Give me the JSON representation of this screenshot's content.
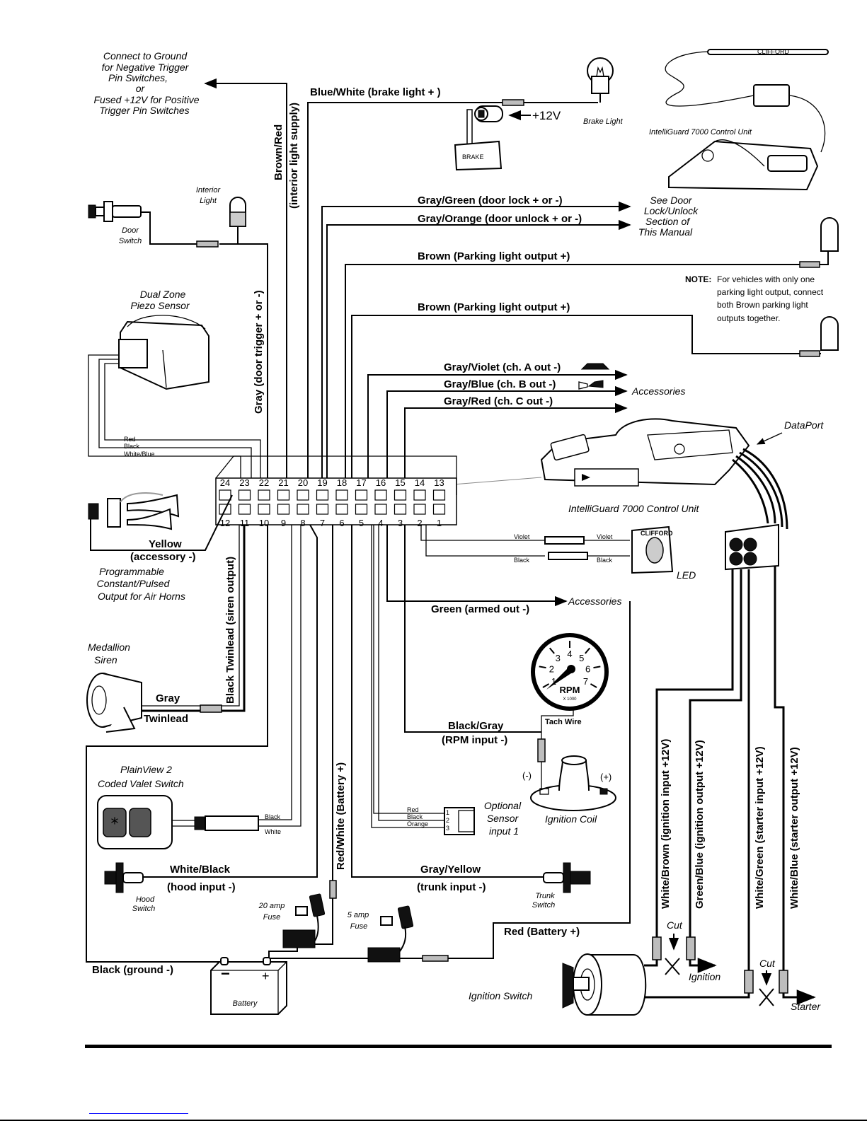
{
  "top_left_note": [
    "Connect to Ground",
    "for Negative Trigger",
    "Pin Switches,",
    "or",
    "Fused +12V for Positive",
    "Trigger Pin Switches"
  ],
  "wires_vertical": {
    "brown_red": "Brown/Red",
    "brown_red_sub": "(interior light supply)",
    "gray_door": "Gray  (door trigger + or -)",
    "black_twinlead": "Black Twinlead (siren output)",
    "red_white": "Red/White (Battery +)",
    "white_brown": "White/Brown (ignition input +12V)",
    "green_blue": "Green/Blue (ignition output +12V)",
    "white_green": "White/Green (starter input +12V)",
    "white_blue": "White/Blue (starter output +12V)"
  },
  "wires_horizontal": {
    "blue_white": "Blue/White  (brake light + )",
    "gray_green": "Gray/Green    (door lock + or  -)",
    "gray_orange": "Gray/Orange  (door unlock  + or -)",
    "brown_parking_1": "Brown (Parking light output +)",
    "brown_parking_2": "Brown (Parking light output +)",
    "gray_violet": "Gray/Violet  (ch. A out -)",
    "gray_blue": "Gray/Blue    (ch. B out -)",
    "gray_red": "Gray/Red     (ch. C out -)",
    "green_armed": "Green  (armed out -)",
    "black_gray": "Black/Gray",
    "black_gray_sub": "(RPM input -)",
    "gray_yellow": "Gray/Yellow",
    "gray_yellow_sub": "(trunk input -)",
    "white_black": "White/Black",
    "white_black_sub": "(hood input -)",
    "red_battery": "Red (Battery +)",
    "black_ground": "Black (ground -)",
    "yellow": "Yellow",
    "yellow_sub": "(accessory -)",
    "gray_twinlead": "Gray",
    "gray_twinlead_sub": "Twinlead"
  },
  "components": {
    "brake_light": "Brake Light",
    "brake_pedal": "BRAKE",
    "plus12v": "+12V",
    "remote_unit_label": "IntelliGuard 7000 Control Unit",
    "remote_brand": "CLIFFORD",
    "door_lock_note": [
      "See Door",
      "Lock/Unlock",
      "Section of",
      "This Manual"
    ],
    "interior_light": [
      "Interior",
      "Light"
    ],
    "door_switch": [
      "Door",
      "Switch"
    ],
    "piezo_sensor": [
      "Dual Zone",
      "Piezo Sensor"
    ],
    "piezo_wires": [
      "Red",
      "Black",
      "White/Blue"
    ],
    "accessories_1": "Accessories",
    "accessories_2": "Accessories",
    "dataport": "DataPort",
    "control_unit_label": "IntelliGuard 7000 Control Unit",
    "led_label": "LED",
    "led_brand": "CLIFFORD",
    "led_wires_left": [
      "Violet",
      "Black"
    ],
    "led_wires_right": [
      "Violet",
      "Black"
    ],
    "air_horn_note": [
      "Programmable",
      "Constant/Pulsed",
      "Output for Air Horns"
    ],
    "siren": [
      "Medallion",
      "Siren"
    ],
    "tach_numbers": [
      "1",
      "2",
      "3",
      "4",
      "5",
      "6",
      "7"
    ],
    "tach_rpm": "RPM",
    "tach_multiplier": "X 1000",
    "tach_wire": "Tach Wire",
    "ignition_coil": "Ignition Coil",
    "coil_neg": "(-)",
    "coil_pos": "(+)",
    "valet_switch": [
      "PlainView 2",
      "Coded Valet Switch"
    ],
    "valet_wires": [
      "Black",
      "White"
    ],
    "sensor_wires": [
      "Red",
      "Black",
      "Orange"
    ],
    "sensor_pins": [
      "1",
      "2",
      "3"
    ],
    "optional_sensor": [
      "Optional",
      "Sensor",
      "input 1"
    ],
    "hood_switch": [
      "Hood",
      "Switch"
    ],
    "trunk_switch": [
      "Trunk",
      "Switch"
    ],
    "fuse_20": [
      "20 amp",
      "Fuse"
    ],
    "fuse_5": [
      "5 amp",
      "Fuse"
    ],
    "battery": "Battery",
    "battery_neg": "−",
    "battery_pos": "+",
    "ignition_switch": "Ignition Switch",
    "cut_1": "Cut",
    "cut_2": "Cut",
    "ignition_out": "Ignition",
    "starter_out": "Starter"
  },
  "connector": {
    "top_pins": [
      "24",
      "23",
      "22",
      "21",
      "20",
      "19",
      "18",
      "17",
      "16",
      "15",
      "14",
      "13"
    ],
    "bottom_pins": [
      "12",
      "11",
      "10",
      "9",
      "8",
      "7",
      "6",
      "5",
      "4",
      "3",
      "2",
      "1"
    ]
  },
  "note": {
    "title": "NOTE:",
    "lines": [
      "For vehicles with only one",
      "parking light output, connect",
      "both Brown parking light",
      "outputs together."
    ]
  },
  "colors": {
    "ink": "#000000",
    "connector_fill": "#bdbdbd",
    "link": "#0000ff"
  }
}
